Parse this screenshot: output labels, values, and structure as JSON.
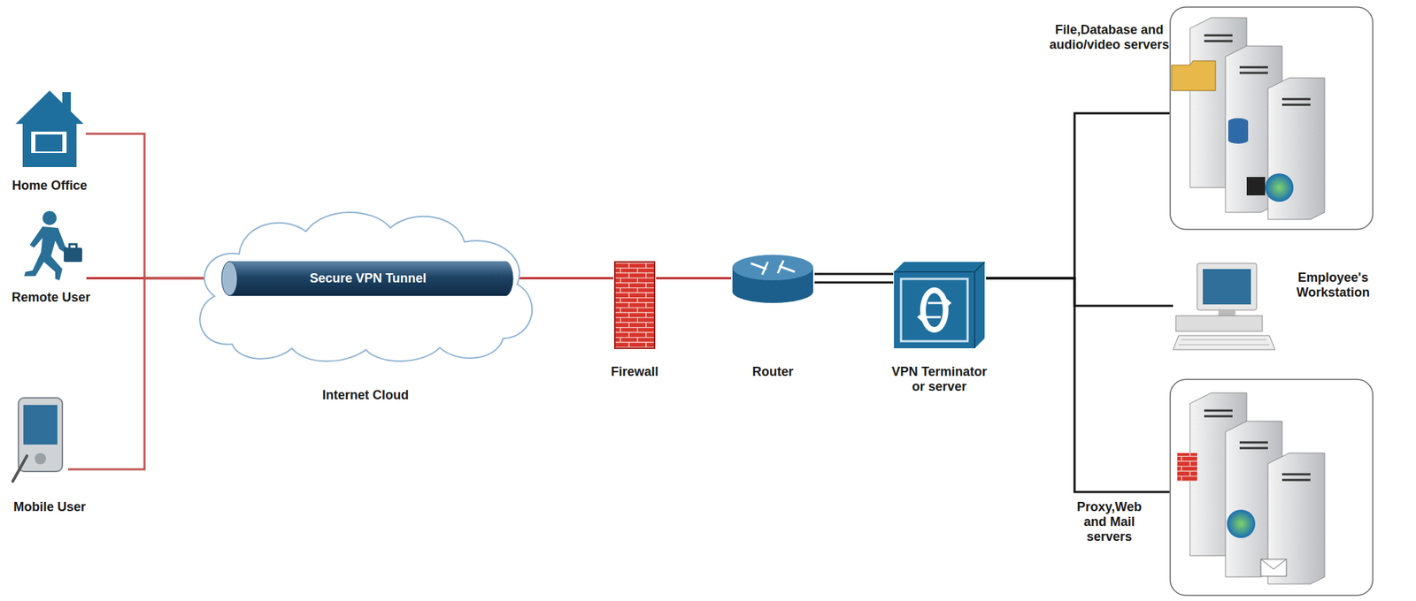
{
  "diagram": {
    "nodes": [
      {
        "text": [
          "Home Office"
        ]
      },
      {
        "text": [
          "Remote User"
        ]
      },
      {
        "text": [
          "Mobile User"
        ]
      },
      {
        "text": [
          "Internet Cloud"
        ]
      },
      {
        "text": [
          "Secure VPN Tunnel"
        ],
        "in": 3
      },
      {
        "text": [
          "Firewall"
        ]
      },
      {
        "text": [
          "Router"
        ]
      },
      {
        "text": [
          "VPN Terminator or server"
        ]
      },
      {
        "text": [
          "File,Database and audio/video servers"
        ]
      },
      {
        "text": [
          "Employee's Workstation"
        ]
      },
      {
        "text": [
          "Proxy,Web and Mail servers"
        ]
      }
    ],
    "edges": [
      {
        "from": 0,
        "to": 4,
        "arrow": "none"
      },
      {
        "from": 1,
        "to": 4,
        "arrow": "none"
      },
      {
        "from": 2,
        "to": 4,
        "arrow": "none"
      },
      {
        "from": 4,
        "to": 5,
        "arrow": "none"
      },
      {
        "from": 5,
        "to": 6,
        "arrow": "none"
      },
      {
        "from": 6,
        "to": 7,
        "arrow": "none"
      },
      {
        "from": 7,
        "to": 8,
        "arrow": "none"
      },
      {
        "from": 7,
        "to": 9,
        "arrow": "none"
      },
      {
        "from": 7,
        "to": 10,
        "arrow": "none"
      }
    ]
  }
}
